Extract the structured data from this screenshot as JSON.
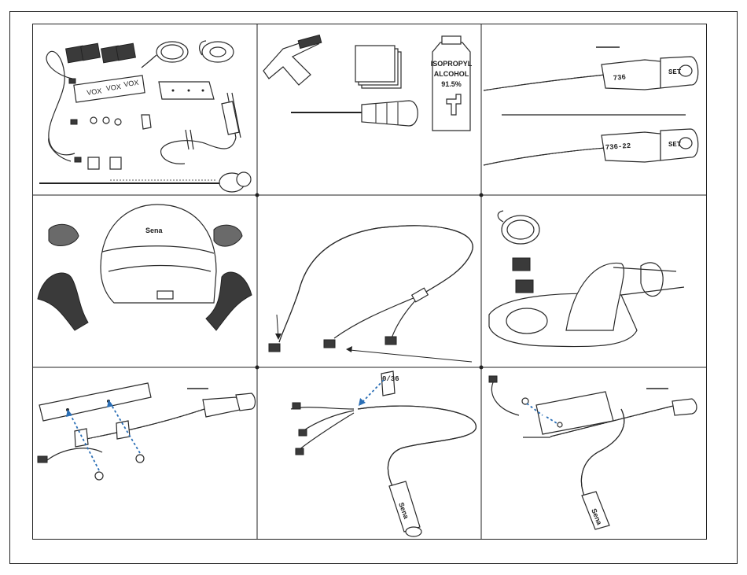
{
  "panel1": {
    "pad_label_a": "VOX",
    "pad_label_b": "VOX",
    "pad_label_c": "VOX"
  },
  "panel2": {
    "bottle_lines": [
      "ISOPROPYL",
      "ALCOHOL",
      "91.5%"
    ]
  },
  "panel3": {
    "clamp_label_top": "736",
    "clamp_label_bottom": "736-22",
    "tag_top": "SET",
    "tag_bottom": "SET"
  },
  "panel4": {
    "helmet_brand": "Sena"
  },
  "panel8": {
    "clip_label": "0/36",
    "connector_brand": "Sena"
  },
  "panel9": {
    "connector_brand": "Sena"
  }
}
